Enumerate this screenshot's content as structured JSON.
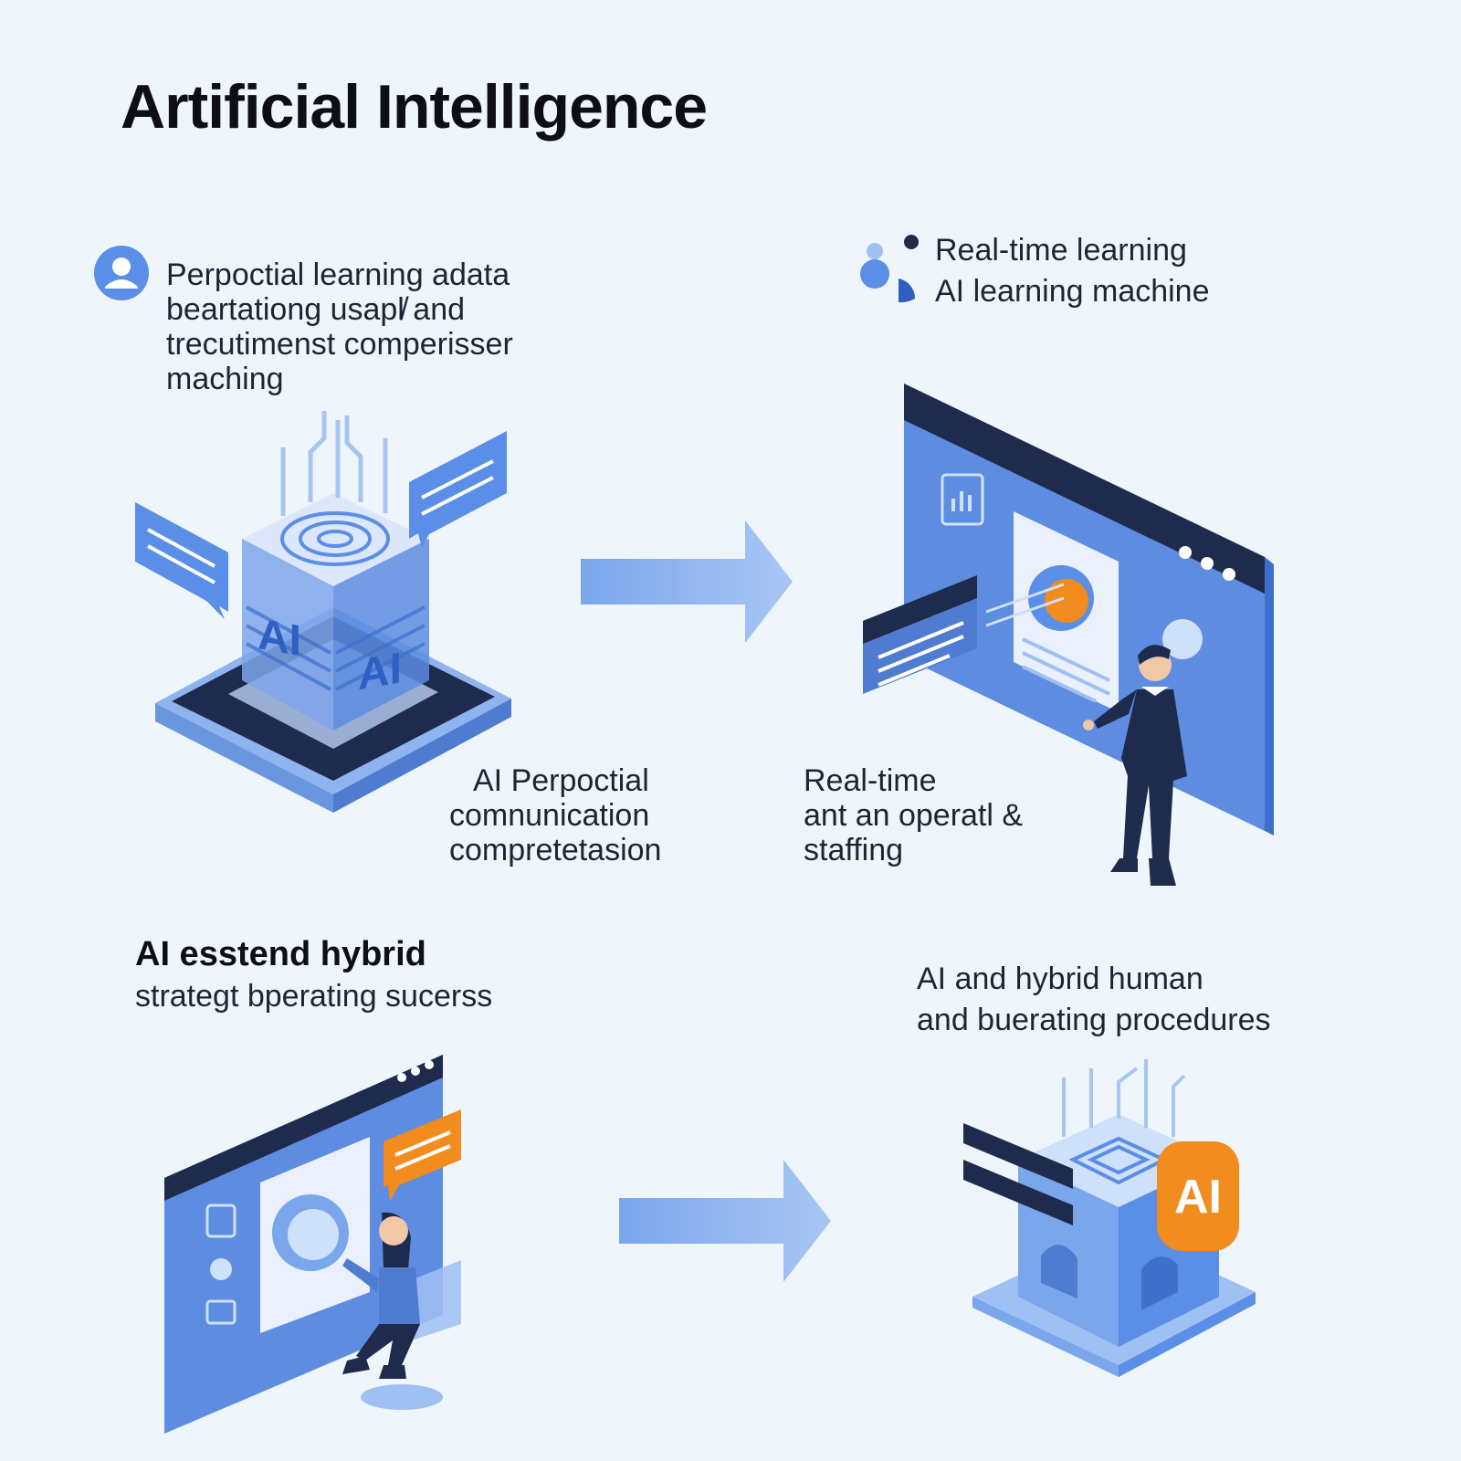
{
  "title": "Artificial Intelligence",
  "sections": {
    "top_left": {
      "icon": "user-icon",
      "lines": [
        "Perpoctial learning adata",
        "beartationg usapl̸ and",
        "trecutimenst comperisser",
        "maching"
      ],
      "caption": [
        "AI Perpoctial",
        "comnunication",
        "compretetasion"
      ],
      "illustration_labels": [
        "AI",
        "AI"
      ]
    },
    "top_right": {
      "icon": "learning-dots-icon",
      "lines": [
        "Real-time learning",
        "AI learning machine"
      ],
      "caption": [
        "Real-time",
        "ant an operatl &",
        "staffing"
      ]
    },
    "bottom_left": {
      "heading": "AI esstend hybrid",
      "subheading": "strategt bperating sucerss"
    },
    "bottom_right": {
      "lines": [
        "AI and hybrid human",
        "and buerating procedures"
      ],
      "badge": "AI"
    }
  },
  "colors": {
    "background": "#eef6fb",
    "primary_blue": "#5b8ee6",
    "light_blue": "#9fc0f2",
    "navy": "#1f2b4d",
    "accent_orange": "#f28c1e"
  }
}
